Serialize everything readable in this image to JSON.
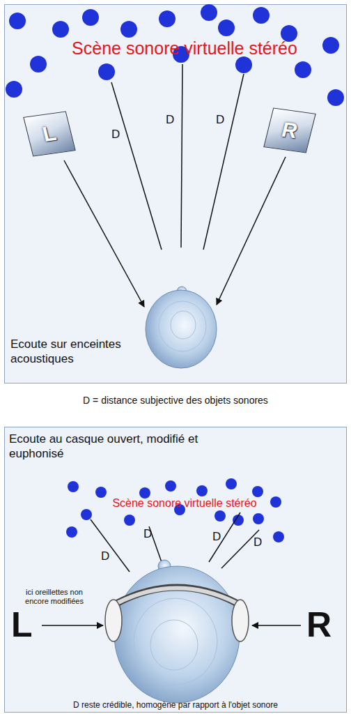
{
  "diagram": {
    "nodes": [
      {
        "text": [
          "Ecoute sur enceintes acoustiques"
        ]
      },
      {
        "text": [
          "L"
        ],
        "in": 0
      },
      {
        "text": [
          "R"
        ],
        "in": 0
      },
      {
        "text": [
          "Ecoute au casque ouvert, modifié et euphonisé"
        ]
      }
    ],
    "labels": [
      "Scène sonore virtuelle stéréo",
      "D",
      "D",
      "D",
      "D = distance subjective des objets sonores",
      "Scène sonore virtuelle stéréo",
      "D",
      "D",
      "D",
      "D",
      "ici oreillettes non encore modifiées",
      "L",
      "R",
      "D reste crédible, homogène par rapport à l'objet sonore"
    ]
  }
}
